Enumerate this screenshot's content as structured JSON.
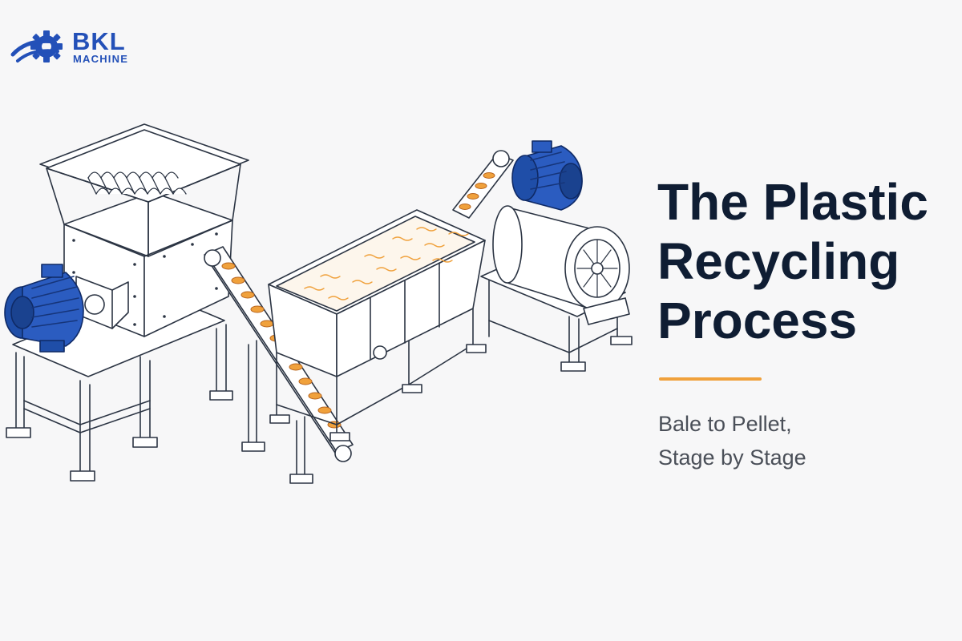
{
  "brand": {
    "name": "BKL",
    "tagline": "MACHINE",
    "color": "#2350b8"
  },
  "hero": {
    "title_lines": [
      "The Plastic",
      "Recycling",
      "Process"
    ],
    "subtitle_lines": [
      "Bale to Pellet,",
      "Stage by Stage"
    ],
    "accent_color": "#f0a13c",
    "title_color": "#0f1d33"
  },
  "illustration": {
    "machines": [
      {
        "name": "shredder",
        "icon": "shredder-icon"
      },
      {
        "name": "screw-conveyor",
        "icon": "conveyor-icon"
      },
      {
        "name": "washing-tank",
        "icon": "tank-icon"
      },
      {
        "name": "inclined-conveyor",
        "icon": "conveyor-icon"
      },
      {
        "name": "dryer",
        "icon": "dryer-icon"
      }
    ],
    "motor_color": "#1f4ea8",
    "flake_color": "#f0a13c"
  }
}
